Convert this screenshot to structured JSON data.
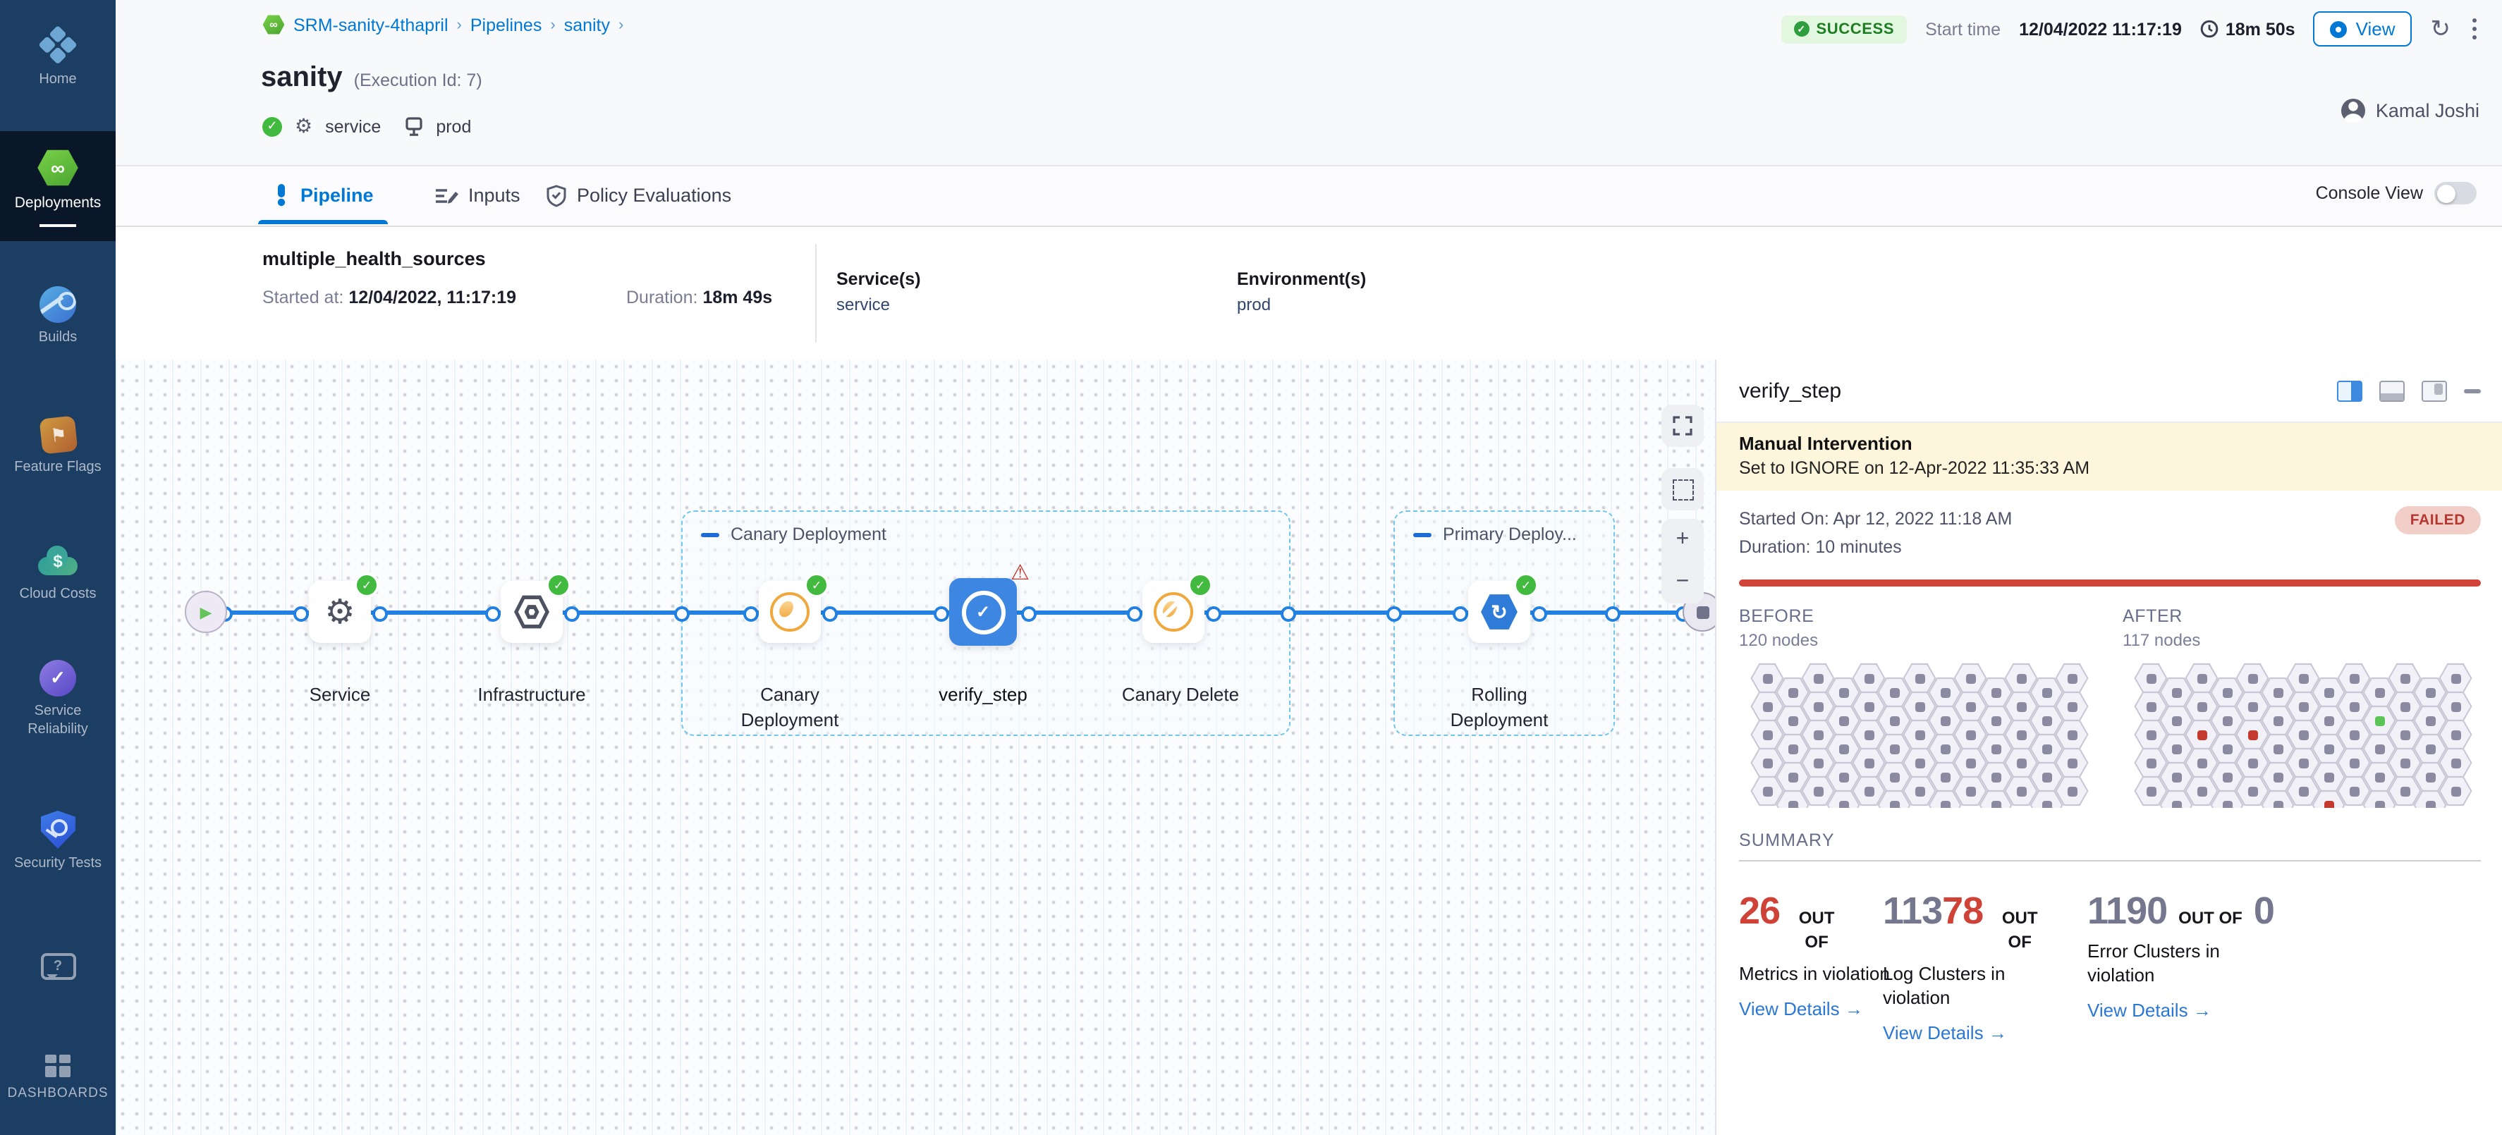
{
  "sidebar": {
    "items": [
      {
        "label": "Home",
        "icon": "home-icon"
      },
      {
        "label": "Deployments",
        "icon": "deployments-icon",
        "active": true
      },
      {
        "label": "Builds",
        "icon": "builds-icon"
      },
      {
        "label": "Feature Flags",
        "icon": "feature-flags-icon"
      },
      {
        "label": "Cloud Costs",
        "icon": "cloud-costs-icon"
      },
      {
        "label": "Service Reliability",
        "icon": "service-reliability-icon"
      },
      {
        "label": "Security Tests",
        "icon": "security-tests-icon"
      },
      {
        "label": "",
        "icon": "help-chat-icon"
      },
      {
        "label": "DASHBOARDS",
        "icon": "dashboards-icon"
      }
    ]
  },
  "header": {
    "breadcrumb": {
      "items": [
        "SRM-sanity-4thapril",
        "Pipelines",
        "sanity"
      ]
    },
    "title": "sanity",
    "execution_id": "(Execution Id: 7)",
    "tags": {
      "service": "service",
      "environment": "prod"
    },
    "status": "SUCCESS",
    "start_time_label": "Start time",
    "start_time": "12/04/2022 11:17:19",
    "elapsed": "18m 50s",
    "view_button": "View",
    "user": "Kamal Joshi"
  },
  "tabs": {
    "pipeline": "Pipeline",
    "inputs": "Inputs",
    "policy": "Policy Evaluations",
    "console_view": "Console View"
  },
  "run_info": {
    "name": "multiple_health_sources",
    "started_label": "Started at:",
    "started": "12/04/2022, 11:17:19",
    "duration_label": "Duration:",
    "duration": "18m 49s",
    "services_label": "Service(s)",
    "service": "service",
    "environments_label": "Environment(s)",
    "environment": "prod"
  },
  "pipeline": {
    "groups": [
      {
        "label": "Canary Deployment"
      },
      {
        "label": "Primary Deploy..."
      }
    ],
    "stages": [
      {
        "label": "Service",
        "icon": "gear-icon",
        "status": "success"
      },
      {
        "label": "Infrastructure",
        "icon": "hexagon-icon",
        "status": "success"
      },
      {
        "label": "Canary Deployment",
        "icon": "canary-icon",
        "status": "success"
      },
      {
        "label": "verify_step",
        "icon": "verify-icon",
        "status": "warning",
        "selected": true
      },
      {
        "label": "Canary Delete",
        "icon": "canary-delete-icon",
        "status": "success"
      },
      {
        "label": "Rolling Deployment",
        "icon": "rolling-deploy-icon",
        "status": "success"
      }
    ]
  },
  "panel": {
    "title": "verify_step",
    "banner": {
      "title": "Manual Intervention",
      "message": "Set to IGNORE on 12-Apr-2022 11:35:33 AM"
    },
    "started": "Started On: Apr 12, 2022 11:18 AM",
    "duration": "Duration: 10 minutes",
    "status": "FAILED",
    "before": {
      "label": "BEFORE",
      "count": "120 nodes"
    },
    "after": {
      "label": "AFTER",
      "count": "117 nodes"
    },
    "summary_label": "SUMMARY",
    "metrics": [
      {
        "value": "26",
        "out_of": "OUT OF",
        "total": "",
        "label": "Metrics in violation",
        "link": "View Details"
      },
      {
        "value_gray": "113",
        "value_red": "78",
        "out_of": "OUT OF",
        "label": "Log Clusters in violation",
        "link": "View Details"
      },
      {
        "value": "1190",
        "out_of": "OUT OF",
        "total": "0",
        "label": "Error Clusters in violation",
        "link": "View Details"
      }
    ]
  },
  "hex_grids": {
    "cols": 13,
    "rows": 5,
    "after_special": {
      "9,1": "green",
      "2,2": "red",
      "4,2": "red",
      "7,4": "red"
    }
  },
  "colors": {
    "accent_blue": "#0278d5",
    "success_green": "#42ba3f",
    "failed_red": "#cf4237",
    "canary_orange": "#f0a73c",
    "sidebar_navy": "#1c3e63"
  }
}
